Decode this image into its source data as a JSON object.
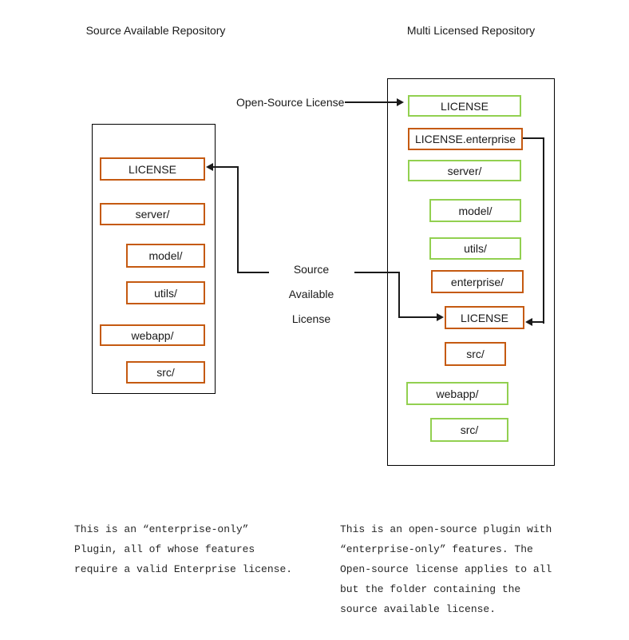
{
  "colors": {
    "enterprise_border": "#C55A11",
    "open_source_border": "#92D050",
    "container_border": "#000000",
    "connector_line": "#1a1a1a"
  },
  "left_repo": {
    "title": "Source Available Repository",
    "items": [
      {
        "label": "LICENSE",
        "license": "enterprise",
        "color": "#C55A11"
      },
      {
        "label": "server/",
        "license": "enterprise",
        "color": "#C55A11"
      },
      {
        "label": "model/",
        "license": "enterprise",
        "color": "#C55A11"
      },
      {
        "label": "utils/",
        "license": "enterprise",
        "color": "#C55A11"
      },
      {
        "label": "webapp/",
        "license": "enterprise",
        "color": "#C55A11"
      },
      {
        "label": "src/",
        "license": "enterprise",
        "color": "#C55A11"
      }
    ]
  },
  "right_repo": {
    "title": "Multi Licensed Repository",
    "items": [
      {
        "label": "LICENSE",
        "license": "open-source",
        "color": "#92D050"
      },
      {
        "label": "LICENSE.enterprise",
        "license": "enterprise",
        "color": "#C55A11"
      },
      {
        "label": "server/",
        "license": "open-source",
        "color": "#92D050"
      },
      {
        "label": "model/",
        "license": "open-source",
        "color": "#92D050"
      },
      {
        "label": "utils/",
        "license": "open-source",
        "color": "#92D050"
      },
      {
        "label": "enterprise/",
        "license": "enterprise",
        "color": "#C55A11"
      },
      {
        "label": "LICENSE",
        "license": "enterprise",
        "color": "#C55A11"
      },
      {
        "label": "src/",
        "license": "enterprise",
        "color": "#C55A11"
      },
      {
        "label": "webapp/",
        "license": "open-source",
        "color": "#92D050"
      },
      {
        "label": "src/",
        "license": "open-source",
        "color": "#92D050"
      }
    ]
  },
  "annotations": {
    "open_source": "Open-Source License",
    "source_available_line1": "Source Available",
    "source_available_line2": "License"
  },
  "captions": {
    "left": "This is an “enter­prise-only”\nPlugin, all of whose features\nrequire a valid Enterprise license.",
    "right": "This is an open-source plugin with\n“enter­prise-only” features. The\nOpen-source license applies to all\nbut the folder containing the\nsource available license."
  }
}
